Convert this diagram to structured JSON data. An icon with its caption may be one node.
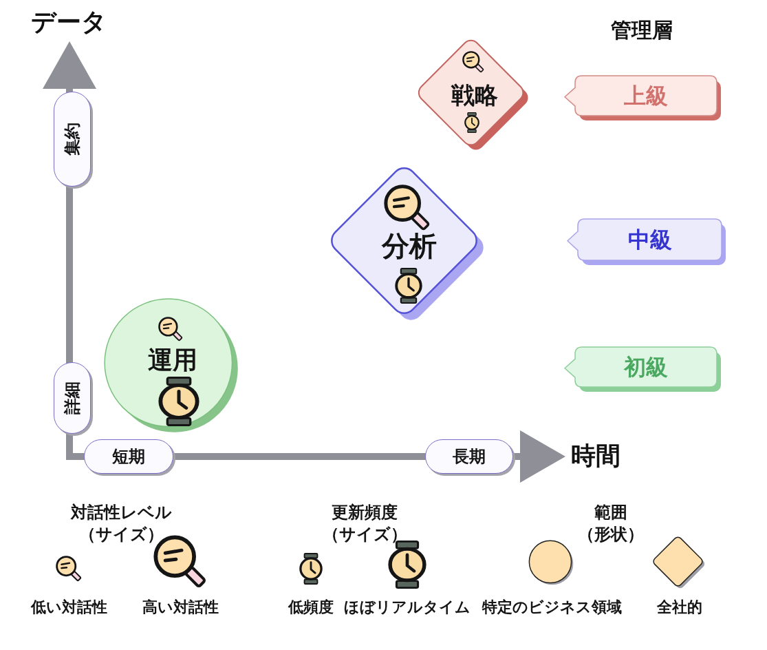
{
  "diagram": {
    "nodes": [
      {
        "text": [
          "戦略"
        ]
      },
      {
        "text": [
          "上級"
        ]
      },
      {
        "text": [
          "集約"
        ]
      },
      {
        "text": [
          "分析"
        ]
      },
      {
        "text": [
          "中級"
        ]
      },
      {
        "text": [
          "運用"
        ]
      },
      {
        "text": [
          "初級"
        ]
      },
      {
        "text": [
          "詳細"
        ]
      },
      {
        "text": [
          "短期"
        ]
      },
      {
        "text": [
          "長期"
        ]
      }
    ],
    "labels": [
      "データ",
      "管理層",
      "時間",
      "対話性レベル（サイズ）",
      "更新頻度（サイズ）",
      "範囲（形状）"
    ],
    "legend": [
      {
        "text": "低い対話性"
      },
      {
        "text": "高い対話性"
      },
      {
        "text": "低頻度"
      },
      {
        "text": "ほぼリアルタイム"
      },
      {
        "text": "特定のビジネス領域"
      },
      {
        "text": "全社的"
      }
    ]
  }
}
